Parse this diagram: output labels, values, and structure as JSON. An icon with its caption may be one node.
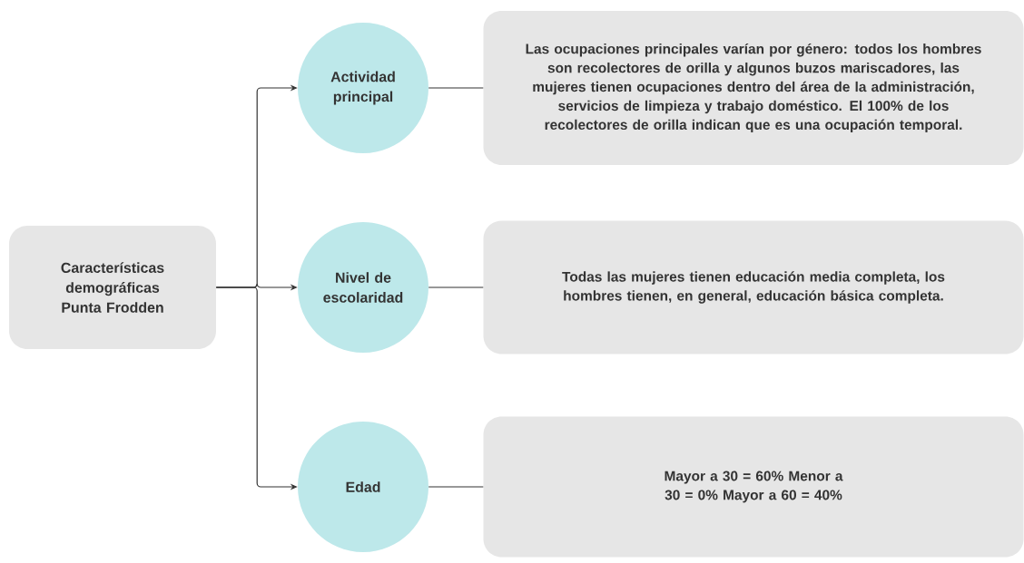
{
  "diagram": {
    "nodes": [
      {
        "text": [
          "Características demográficas Punta Frodden"
        ]
      },
      {
        "text": [
          "Actividad principal"
        ]
      },
      {
        "text": [
          "Las ocupaciones principales varían por género: todos los hombres son recolectores de orilla y algunos buzos mariscadores, las mujeres tienen ocupaciones dentro del área de la administración, servicios de limpieza y trabajo doméstico. El 100% de los recolectores de orilla indican que es una ocupación temporal."
        ]
      },
      {
        "text": [
          "Nivel de escolaridad"
        ]
      },
      {
        "text": [
          "Todas las mujeres tienen educación media completa, los hombres tienen, en general,  educación básica completa."
        ]
      },
      {
        "text": [
          "Edad"
        ]
      },
      {
        "text": [
          "Mayor a 30 = 60% Menor a 30 = 0% Mayor a 60 = 40%"
        ]
      }
    ],
    "edges": [
      {
        "from": 0,
        "to": 1,
        "arrow": "to"
      },
      {
        "from": 0,
        "to": 3,
        "arrow": "to"
      },
      {
        "from": 0,
        "to": 5,
        "arrow": "to"
      },
      {
        "from": 1,
        "to": 2,
        "arrow": "none"
      },
      {
        "from": 3,
        "to": 4,
        "arrow": "none"
      },
      {
        "from": 5,
        "to": 6,
        "arrow": "none"
      }
    ]
  }
}
